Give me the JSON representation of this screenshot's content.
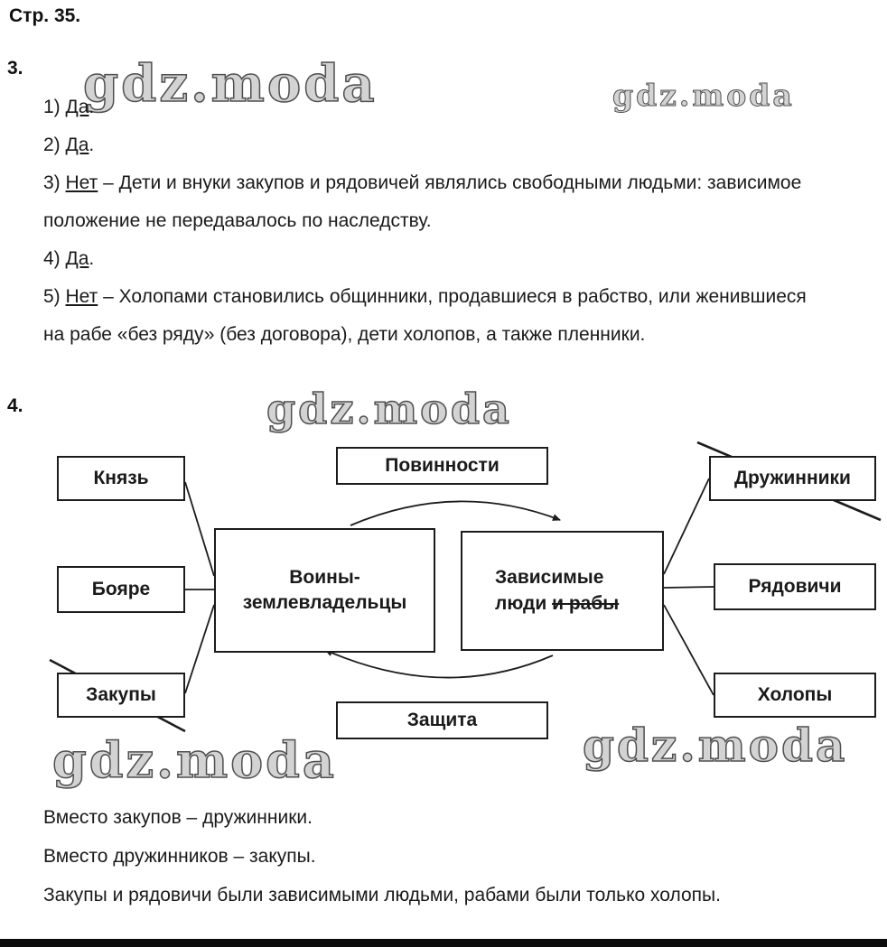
{
  "page": {
    "header": "Стр. 35.",
    "watermark": "gdz.moda"
  },
  "section3": {
    "number": "3.",
    "answers": [
      {
        "prefix": "1) ",
        "verdict": "Да",
        "rest": "."
      },
      {
        "prefix": "2) ",
        "verdict": "Да",
        "rest": "."
      },
      {
        "prefix": "3) ",
        "verdict": "Нет",
        "rest": " – Дети и внуки закупов и рядовичей являлись свободными людьми: зависимое положение не передавалось по наследству."
      },
      {
        "prefix": "4) ",
        "verdict": "Да",
        "rest": "."
      },
      {
        "prefix": "5) ",
        "verdict": "Нет",
        "rest": " – Холопами становились общинники, продавшиеся в рабство, или женившиеся на рабе «без ряду» (без договора), дети холопов, а также пленники."
      }
    ]
  },
  "section4": {
    "number": "4.",
    "diagram": {
      "top_box": "Повинности",
      "bottom_box": "Защита",
      "left_boxes": [
        "Князь",
        "Бояре",
        "Закупы"
      ],
      "right_boxes": [
        "Дружинники",
        "Рядовичи",
        "Холопы"
      ],
      "center_left": "Воины-землевладельцы",
      "center_right_line1": "Зависимые",
      "center_right_line2_normal": "люди ",
      "center_right_line2_struck": "и рабы",
      "crossed_out_boxes": [
        "Закупы",
        "Дружинники"
      ]
    },
    "notes": [
      "Вместо закупов – дружинники.",
      "Вместо дружинников – закупы.",
      "Закупы и рядовичи были зависимыми людьми, рабами были только холопы."
    ]
  }
}
